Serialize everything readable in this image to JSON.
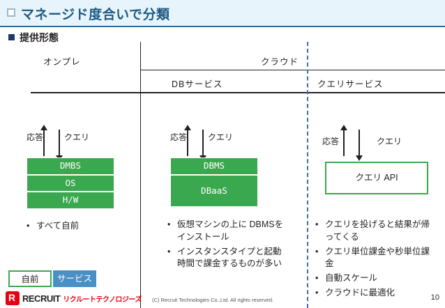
{
  "slide": {
    "title": "マネージド度合いで分類",
    "section_heading": "提供形態",
    "page_number": "10",
    "copyright": "(C) Recruit Technologies Co.,Ltd. All rights reserved."
  },
  "headers": {
    "onpre": "オンプレ",
    "cloud": "クラウド",
    "db_service": "DBサービス",
    "query_service": "クエリサービス"
  },
  "arrow_labels": {
    "response": "応答",
    "query": "クエリ"
  },
  "columns": [
    {
      "id": "onpre",
      "stack": [
        "DMBS",
        "OS",
        "H/W"
      ],
      "bullets": [
        "すべて自前"
      ]
    },
    {
      "id": "db-service",
      "stack": [
        "DBMS",
        "DBaaS"
      ],
      "bullets": [
        "仮想マシンの上に DBMSをインストール",
        "インスタンスタイプと起動時間で課金するものが多い"
      ]
    },
    {
      "id": "query-service",
      "stack": [
        "クエリ API"
      ],
      "bullets": [
        "クエリを投げると結果が帰ってくる",
        "クエリ単位課金や秒単位課金",
        "自動スケール",
        "クラウドに最適化"
      ]
    }
  ],
  "legend": [
    {
      "label": "自前",
      "kind": "outline"
    },
    {
      "label": "サービス",
      "kind": "filled"
    }
  ],
  "logo": {
    "mark": "R",
    "name": "RECRUIT",
    "sub": "リクルートテクノロジーズ"
  },
  "colors": {
    "title_text": "#1c5a82",
    "title_bg": "#e8f4fb",
    "green": "#3aa84f",
    "blue": "#4a90c4",
    "dashed": "#3f6fa8",
    "red": "#e60012"
  }
}
